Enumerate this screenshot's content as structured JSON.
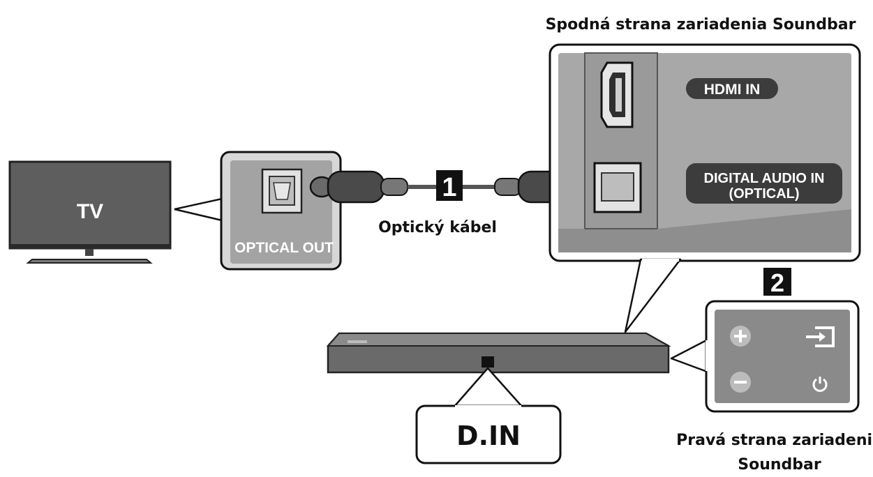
{
  "labels": {
    "tv": "TV",
    "optical_out": "OPTICAL OUT",
    "cable_caption": "Optický kábel",
    "step1": "1",
    "step2": "2",
    "bottom_caption": "Spodná strana zariadenia Soundbar",
    "hdmi_in": "HDMI IN",
    "digital_audio_line1": "DIGITAL AUDIO IN",
    "digital_audio_line2": "(OPTICAL)",
    "din": "D.IN",
    "right_caption_line1": "Pravá strana zariadenia",
    "right_caption_line2": "Soundbar"
  },
  "icons": {
    "plus": "plus-icon",
    "minus": "minus-icon",
    "source": "source-input-icon",
    "power": "power-icon"
  },
  "colors": {
    "outline": "#111111",
    "panel_gray": "#a6a6a6",
    "dark_gray": "#5c5c5c",
    "callout_gray": "#d7d7d7"
  }
}
